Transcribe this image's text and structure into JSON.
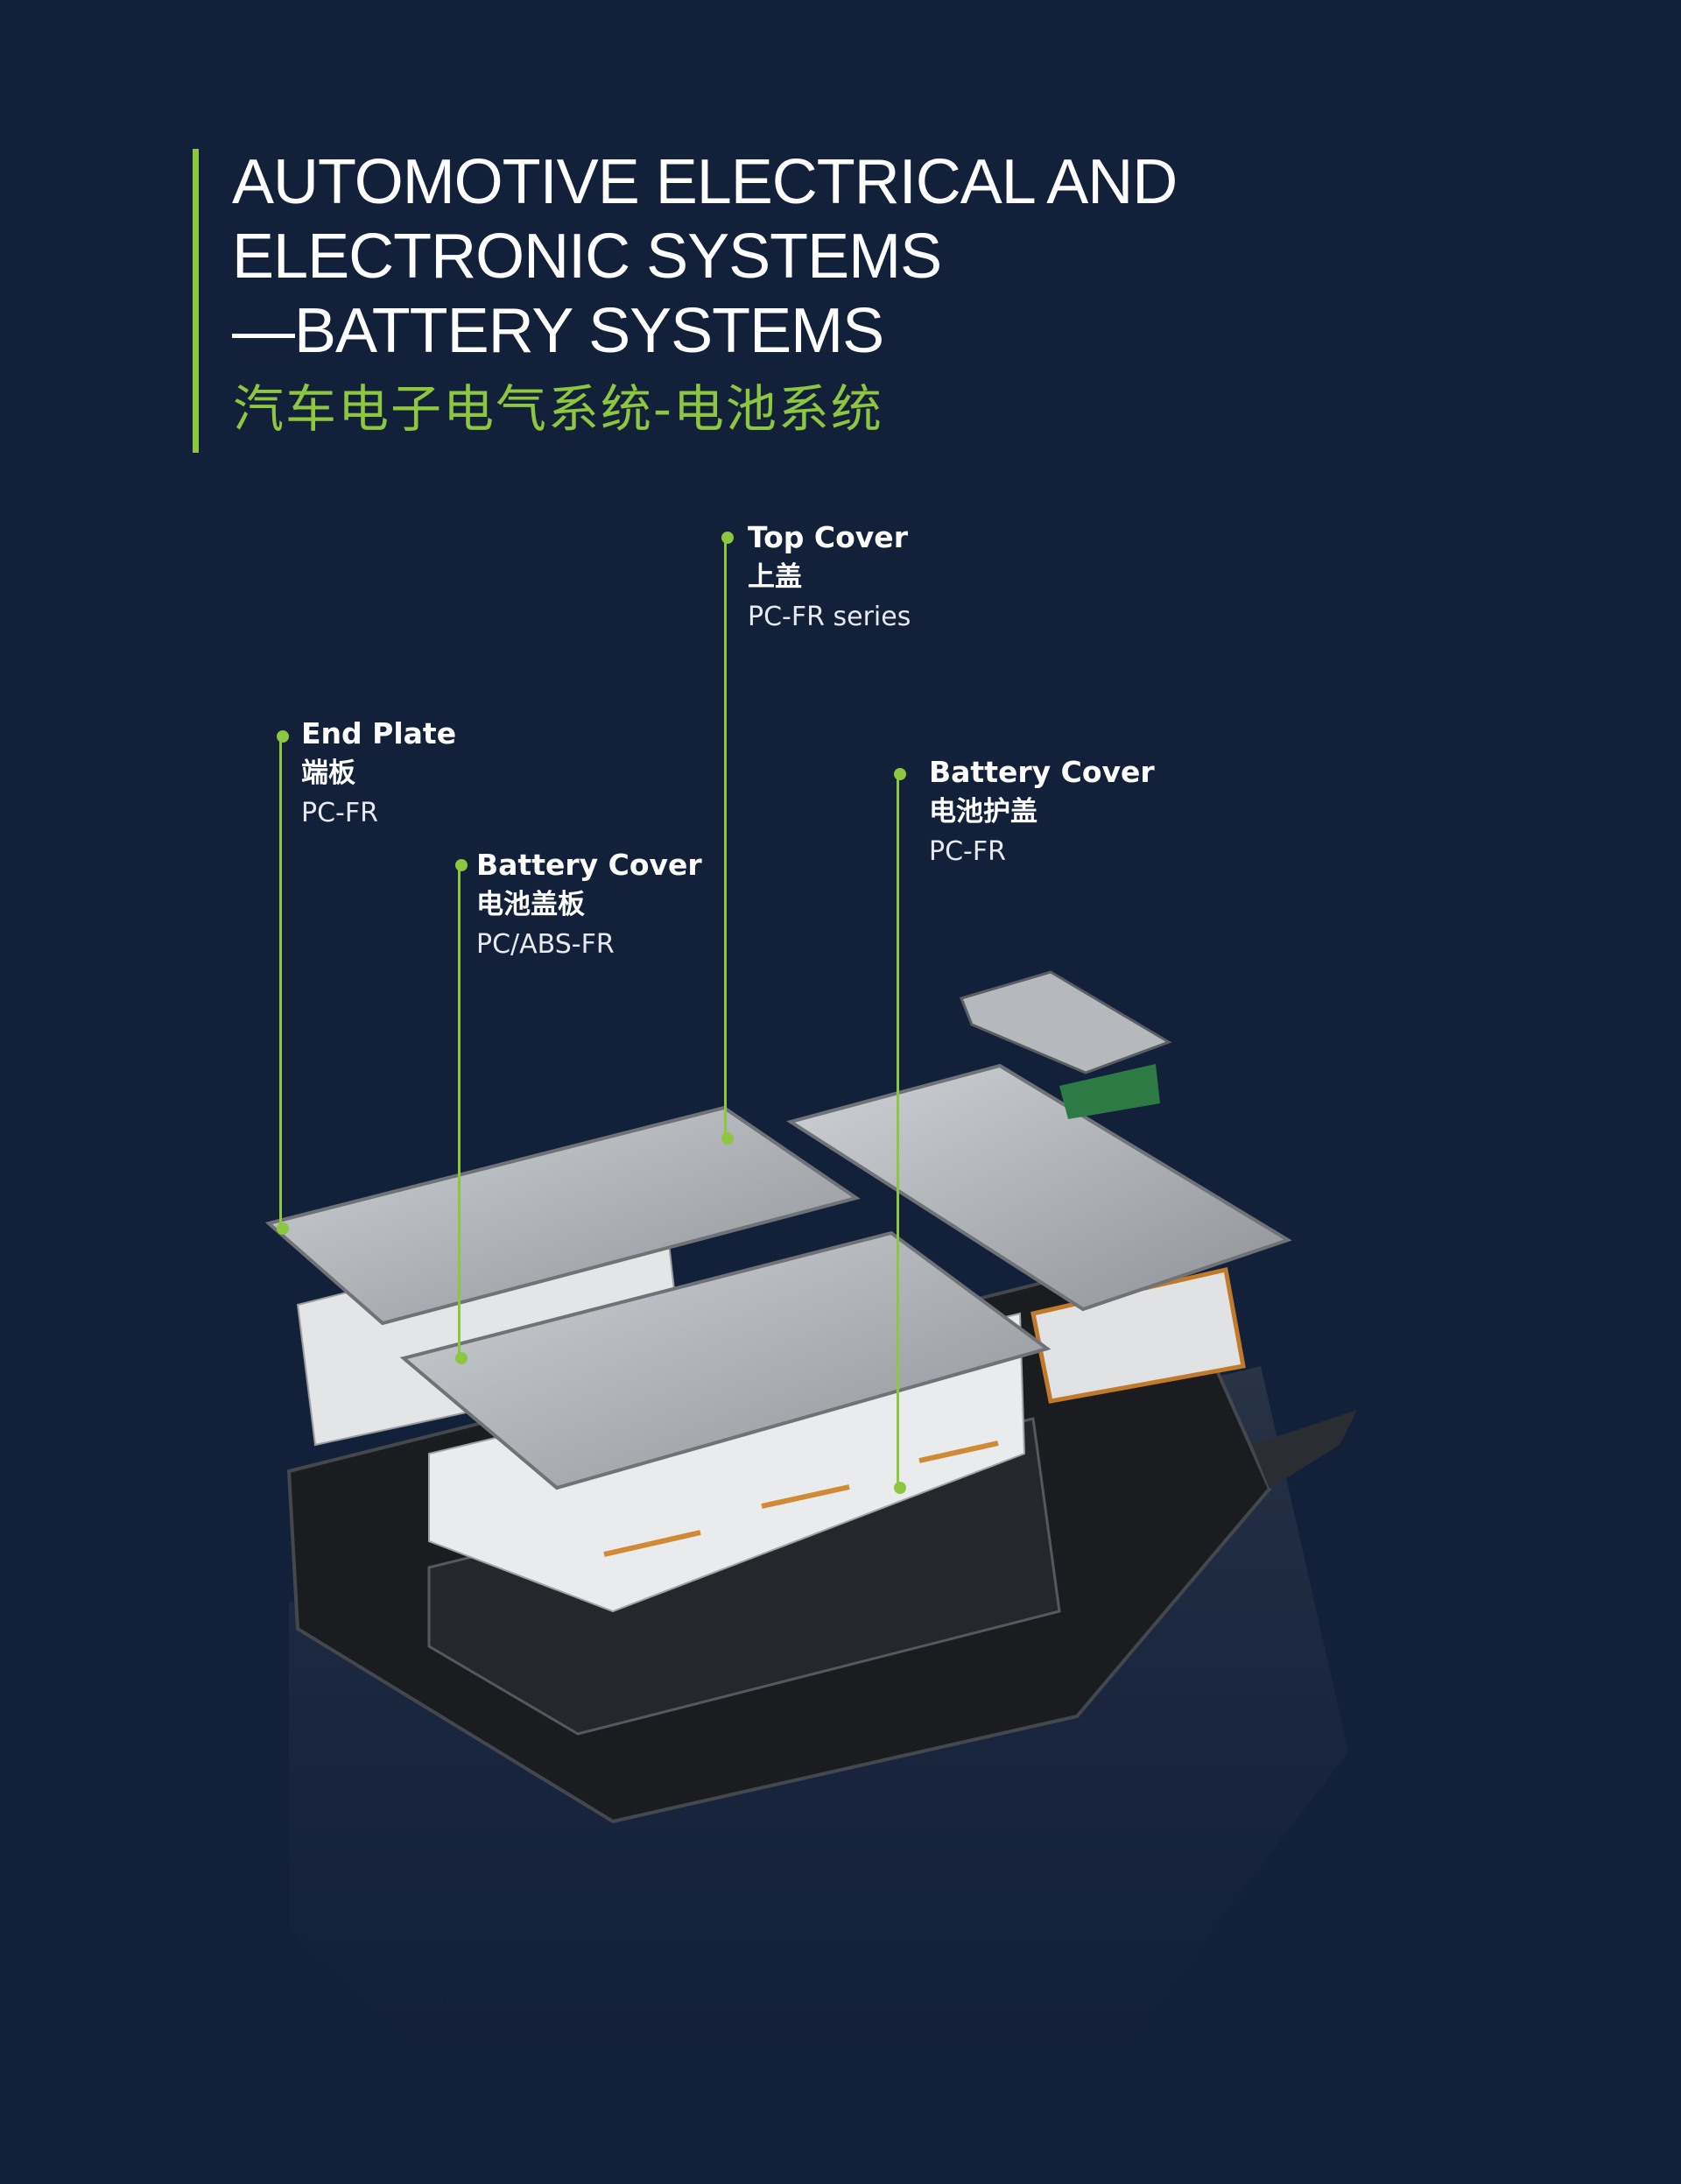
{
  "header": {
    "title_lines": [
      "AUTOMOTIVE ELECTRICAL AND",
      "ELECTRONIC SYSTEMS",
      "—BATTERY SYSTEMS"
    ],
    "subtitle": "汽车电子电气系统-电池系统"
  },
  "colors": {
    "background": "#13203a",
    "accent": "#8dc63f",
    "text": "#ffffff"
  },
  "callouts": [
    {
      "name": "Top Cover",
      "cn": "上盖",
      "material": "PC-FR series"
    },
    {
      "name": "End Plate",
      "cn": "端板",
      "material": "PC-FR"
    },
    {
      "name": "Battery Cover",
      "cn": "电池盖板",
      "material": "PC/ABS-FR"
    },
    {
      "name": "Battery Cover",
      "cn": "电池护盖",
      "material": "PC-FR"
    }
  ]
}
